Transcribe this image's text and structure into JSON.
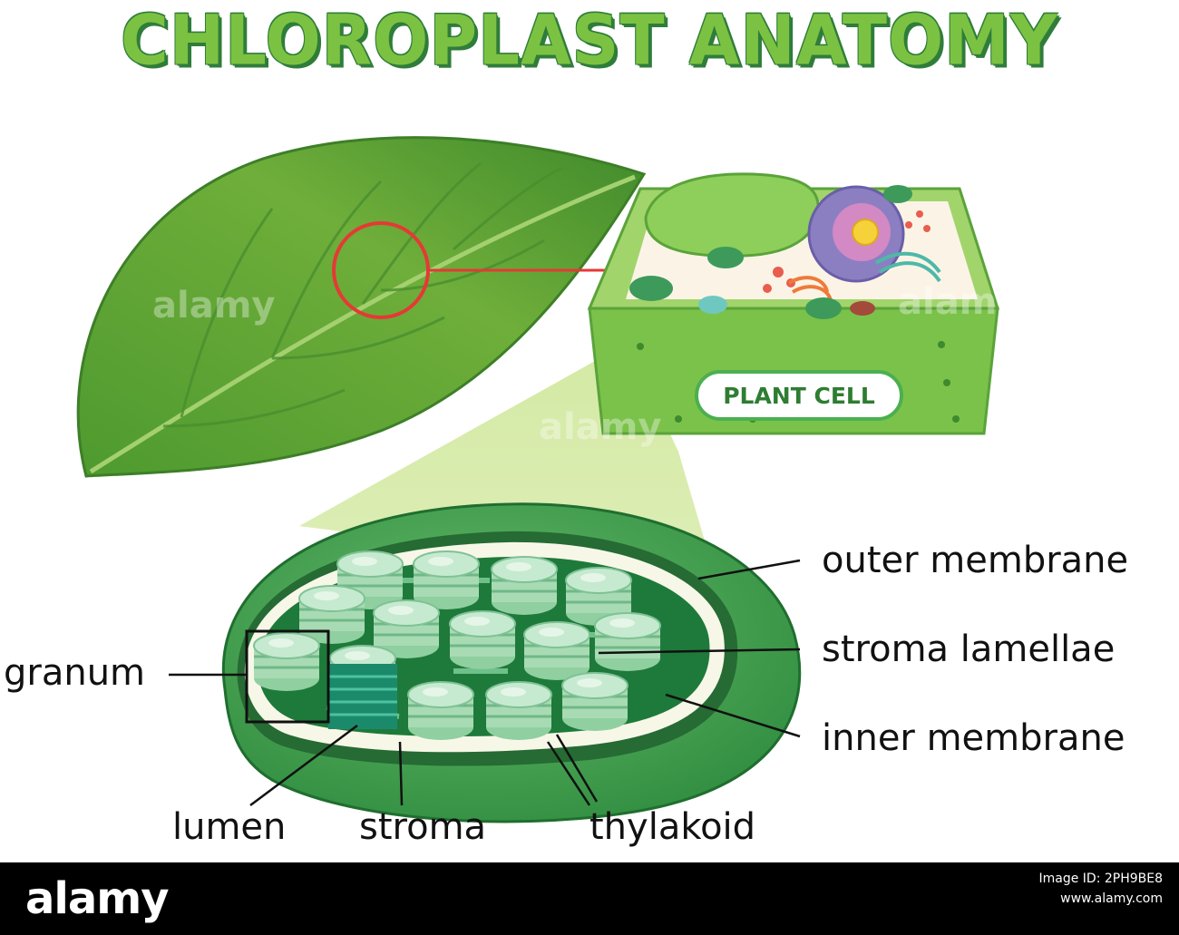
{
  "title": "CHLOROPLAST ANATOMY",
  "cell_label": "PLANT CELL",
  "labels": {
    "outer_membrane": "outer membrane",
    "stroma_lamellae": "stroma lamellae",
    "inner_membrane": "inner membrane",
    "granum": "granum",
    "lumen": "lumen",
    "stroma": "stroma",
    "thylakoid": "thylakoid"
  },
  "watermark": "alamy",
  "footer": {
    "brand": "alamy",
    "image_id": "Image ID: 2PH9BE8",
    "url": "www.alamy.com"
  },
  "colors": {
    "leaf_dark": "#2e7d32",
    "leaf_light": "#7cb342",
    "highlight_ring": "#e53935",
    "chloroplast_outer": "#43a047",
    "grana": "#a5d6a7",
    "lumen": "#1b8a6b"
  }
}
